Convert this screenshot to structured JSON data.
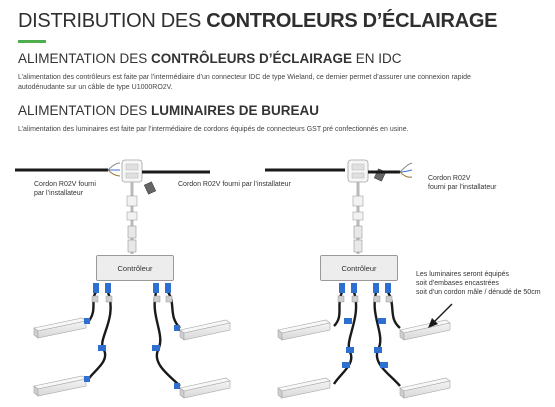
{
  "title": {
    "light": "DISTRIBUTION DES ",
    "bold": "CONTROLEURS D’ÉCLAIRAGE"
  },
  "section1": {
    "light_a": "ALIMENTATION DES ",
    "bold": "CONTRÔLEURS D’ÉCLAIRAGE",
    "light_b": " EN IDC",
    "text_line1": "L’alimentation des contrôleurs est faite par l’intermédiaire d’un connecteur IDC de type Wieland, ce dernier permet d’assurer une connexion rapide",
    "text_line2": "autodénudante sur un câble de type U1000RO2V."
  },
  "section2": {
    "light": "ALIMENTATION DES ",
    "bold": "LUMINAIRES DE BUREAU",
    "text": "L’alimentation des luminaires est faite par l’intermédiaire de cordons équipés de connecteurs GST pré confectionnés en usine."
  },
  "diagram": {
    "left_label_line1": "Cordon R02V fourni",
    "left_label_line2": "par l’installateur",
    "mid_label": "Cordon R02V fourni par l’installateur",
    "right_label_line1": "Cordon R02V",
    "right_label_line2": "fourni par l’installateur",
    "controller_left": "Contrôleur",
    "controller_right": "Contrôleur",
    "note_line1": "Les luminaires seront équipés",
    "note_line2": "soit d’embases encastrées",
    "note_line3": "soit d’un cordon mâle / dénudé de 50cm"
  },
  "colors": {
    "accent": "#4cae4c",
    "cable": "#1a1a1a",
    "connector_blue": "#2f6fcf"
  }
}
